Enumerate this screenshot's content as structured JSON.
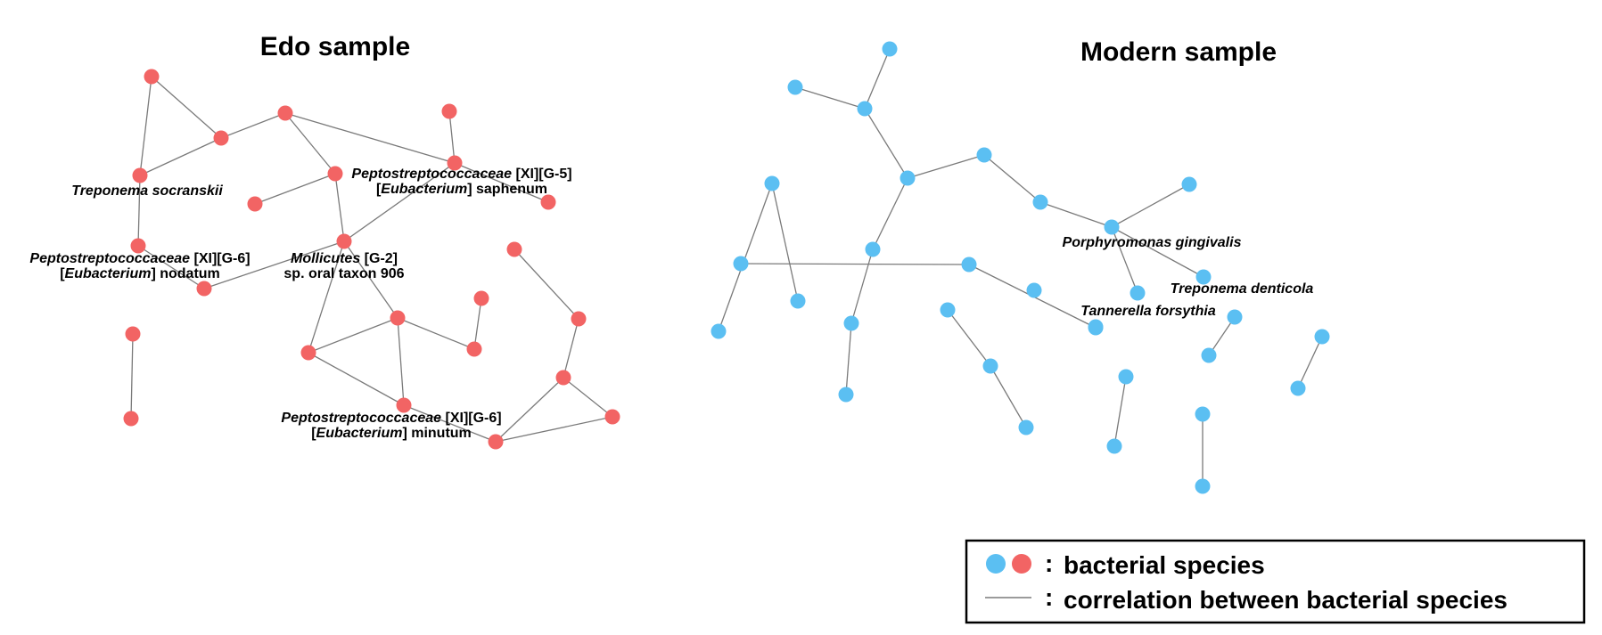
{
  "colors": {
    "edo": "#f26464",
    "modern": "#5bbff2",
    "edge": "#7a7a7a"
  },
  "networks": [
    {
      "id": "edo",
      "title": "Edo sample",
      "labels": [
        {
          "id": "treponema_socranskii",
          "lines": [
            [
              {
                "t": "Treponema socranskii",
                "i": true
              }
            ]
          ]
        },
        {
          "id": "peptostrep_g6_nodatum",
          "lines": [
            [
              {
                "t": "Peptostreptococcaceae",
                "i": true
              },
              {
                "t": " [XI][G-6]",
                "i": false
              }
            ],
            [
              {
                "t": "[",
                "i": false
              },
              {
                "t": "Eubacterium",
                "i": true
              },
              {
                "t": "] nodatum",
                "i": false
              }
            ]
          ]
        },
        {
          "id": "peptostrep_g5_saphenum",
          "lines": [
            [
              {
                "t": "Peptostreptococcaceae",
                "i": true
              },
              {
                "t": " [XI][G-5]",
                "i": false
              }
            ],
            [
              {
                "t": "[",
                "i": false
              },
              {
                "t": "Eubacterium",
                "i": true
              },
              {
                "t": "] saphenum",
                "i": false
              }
            ]
          ]
        },
        {
          "id": "mollicutes",
          "lines": [
            [
              {
                "t": "Mollicutes",
                "i": true
              },
              {
                "t": " [G-2]",
                "i": false
              }
            ],
            [
              {
                "t": "sp. oral taxon 906",
                "i": false
              }
            ]
          ]
        },
        {
          "id": "peptostrep_g6_minutum",
          "lines": [
            [
              {
                "t": "Peptostreptococcaceae",
                "i": true
              },
              {
                "t": " [XI][G-6]",
                "i": false
              }
            ],
            [
              {
                "t": "[",
                "i": false
              },
              {
                "t": "Eubacterium",
                "i": true
              },
              {
                "t": "] minutum",
                "i": false
              }
            ]
          ]
        }
      ]
    },
    {
      "id": "modern",
      "title": "Modern sample",
      "labels": [
        {
          "id": "porphyromonas",
          "lines": [
            [
              {
                "t": "Porphyromonas gingivalis",
                "i": true
              }
            ]
          ]
        },
        {
          "id": "treponema_denticola",
          "lines": [
            [
              {
                "t": "Treponema denticola",
                "i": true
              }
            ]
          ]
        },
        {
          "id": "tannerella",
          "lines": [
            [
              {
                "t": "Tannerella forsythia",
                "i": true
              }
            ]
          ]
        }
      ]
    }
  ],
  "legend": {
    "species_text": "bacterial species",
    "correlation_text": "correlation between bacterial species",
    "separator": ":"
  }
}
